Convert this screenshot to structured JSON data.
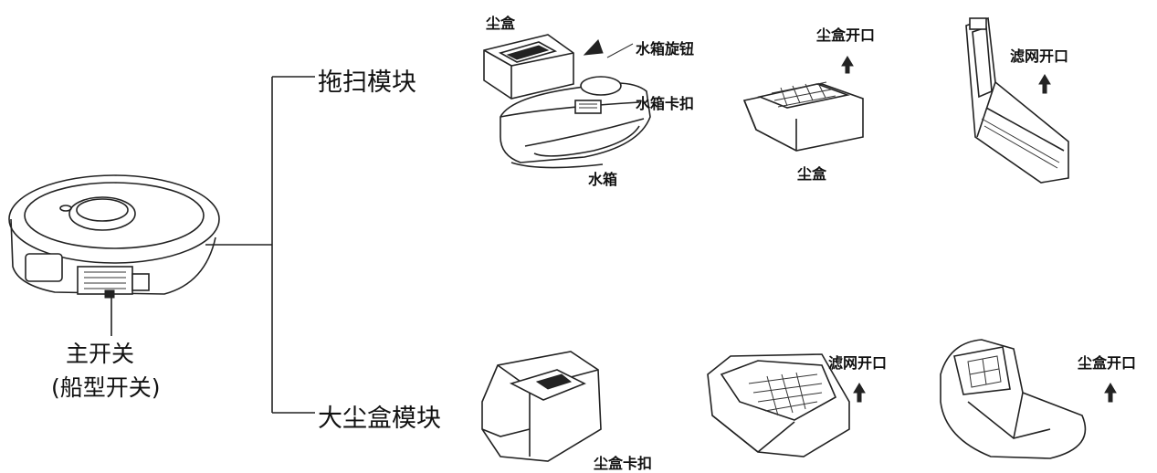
{
  "main_switch": {
    "title": "主开关",
    "subtitle": "(船型开关)"
  },
  "mop_module": {
    "title": "拖扫模块",
    "labels": {
      "dust_box_top": "尘盒",
      "tank_knob": "水箱旋钮",
      "tank_clip": "水箱卡扣",
      "water_tank": "水箱",
      "dust_box_opening": "尘盒开口",
      "dust_box_bottom": "尘盒",
      "filter_opening": "滤网开口"
    }
  },
  "dust_module": {
    "title": "大尘盒模块",
    "labels": {
      "dust_box_clip": "尘盒卡扣",
      "filter_opening": "滤网开口",
      "dust_box_opening": "尘盒开口"
    }
  }
}
